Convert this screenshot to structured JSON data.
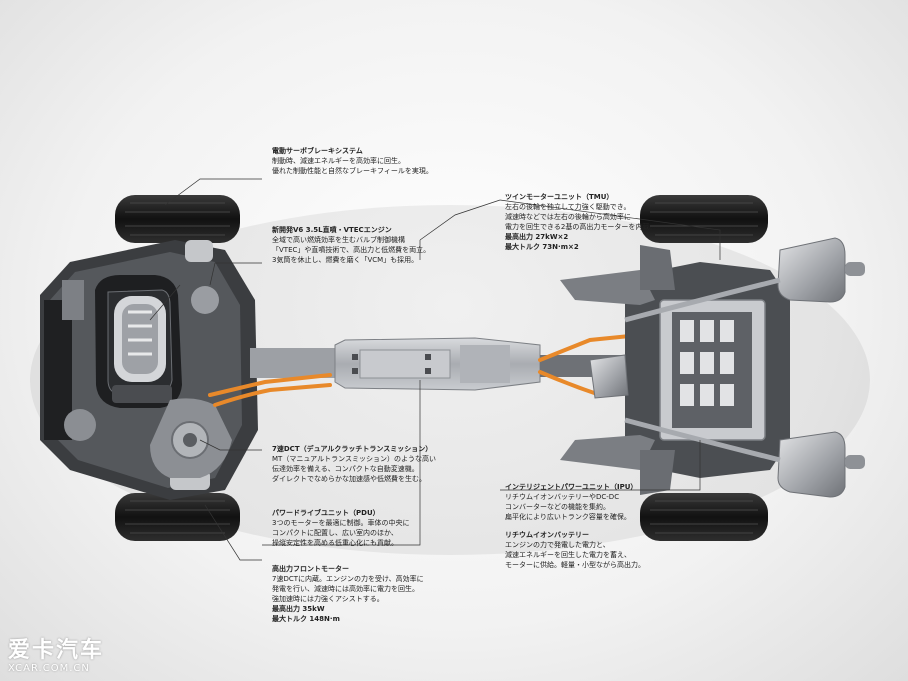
{
  "callouts": {
    "brake": {
      "title": "電動サーボブレーキシステム",
      "lines": [
        "制動時、減速エネルギーを高効率に回生。",
        "優れた制動性能と自然なブレーキフィールを実現。"
      ]
    },
    "engine": {
      "title": "新開発V6 3.5L直噴・VTECエンジン",
      "lines": [
        "全域で高い燃焼効率を生むバルブ制御機構",
        "「VTEC」や直噴技術で、高出力と低燃費を両立。",
        "3気筒を休止し、燃費を磨く「VCM」も採用。"
      ]
    },
    "dct": {
      "title": "7速DCT（デュアルクラッチトランスミッション）",
      "lines": [
        "MT（マニュアルトランスミッション）のような高い",
        "伝達効率を備える、コンパクトな自動変速機。",
        "ダイレクトでなめらかな加速感や低燃費を生む。"
      ]
    },
    "pdu": {
      "title": "パワードライブユニット（PDU）",
      "lines": [
        "3つのモーターを最適に制御。車体の中央に",
        "コンパクトに配置し、広い室内のほか、",
        "操縦安定性を高める低重心化にも貢献。"
      ]
    },
    "front_motor": {
      "title": "高出力フロントモーター",
      "lines": [
        "7速DCTに内蔵。エンジンの力を受け、高効率に",
        "発電を行い、減速時には高効率に電力を回生。",
        "強加速時には力強くアシストする。"
      ],
      "specs": [
        "最高出力 35kW",
        "最大トルク 148N·m"
      ]
    },
    "tmu": {
      "title": "ツインモーターユニット（TMU）",
      "lines": [
        "左右の後輪を独立して力強く駆動でき。",
        "減速時などでは左右の後輪から高効率に",
        "電力を回生できる2基の高出力モーターを内蔵。"
      ],
      "specs": [
        "最高出力 27kW×2",
        "最大トルク 73N·m×2"
      ]
    },
    "ipu": {
      "title": "インテリジェントパワーユニット（IPU）",
      "lines": [
        "リチウムイオンバッテリーやDC-DC",
        "コンバーターなどの機能を集約。",
        "扁平化により広いトランク容量を確保。"
      ]
    },
    "battery": {
      "title": "リチウムイオンバッテリー",
      "lines": [
        "エンジンの力で発電した電力と、",
        "減速エネルギーを回生した電力を蓄え、",
        "モーターに供給。軽量・小型ながら高出力。"
      ]
    }
  },
  "watermark": {
    "cn": "爱卡汽车",
    "en": "XCAR.COM.CN"
  },
  "colors": {
    "orange_cable": "#e8892a",
    "tire": "#1c1c1c",
    "metal": "#b9bcc0",
    "dark_metal": "#2a2a2a"
  }
}
